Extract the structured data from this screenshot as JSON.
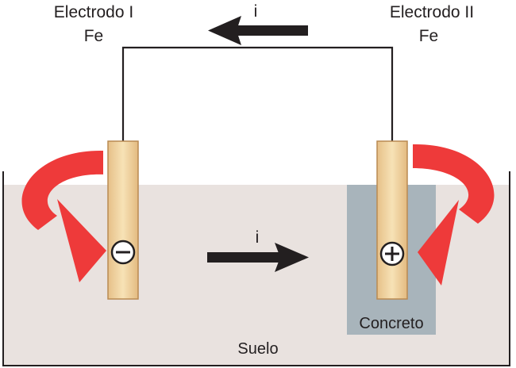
{
  "electrode_left": {
    "name": "Electrodo I",
    "metal": "Fe",
    "sign": "−"
  },
  "electrode_right": {
    "name": "Electrodo II",
    "metal": "Fe",
    "sign": "+"
  },
  "current_label_wire": "i",
  "current_label_soil": "i",
  "concrete_label": "Concreto",
  "soil_label": "Suelo",
  "colors": {
    "soil": "#e9e2df",
    "concrete": "#a8b4bb",
    "electrode_fill": "#f1d7a3",
    "electrode_edge": "#b98a52",
    "red_arrow": "#ee3a3a",
    "black": "#231f20"
  },
  "icons": [
    "minus-sign-icon",
    "plus-sign-icon",
    "current-arrow-icon",
    "curved-arrow-icon"
  ]
}
